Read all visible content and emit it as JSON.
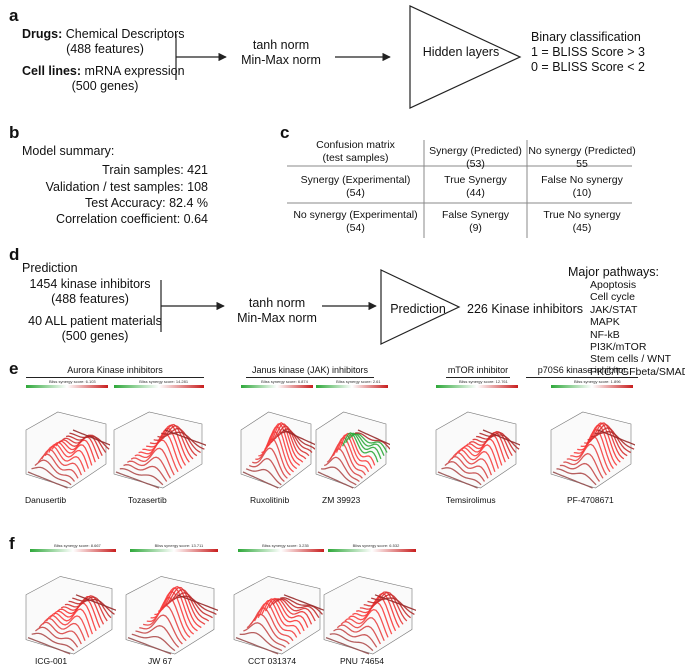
{
  "panel_a": {
    "letter": "a",
    "drugs_bold": "Drugs:",
    "drugs_text": "Chemical Descriptors",
    "drugs_sub": "(488 features)",
    "cells_bold": "Cell lines:",
    "cells_text": "mRNA expression",
    "cells_sub": "(500 genes)",
    "norm_line1": "tanh norm",
    "norm_line2": "Min-Max norm",
    "hidden": "Hidden layers",
    "class_line1": "Binary classification",
    "class_line2": "1 = BLISS Score > 3",
    "class_line3": "0 = BLISS Score < 2"
  },
  "panel_b": {
    "letter": "b",
    "title": "Model summary:",
    "train": "Train samples: 421",
    "val": "Validation / test samples: 108",
    "acc": "Test Accuracy: 82.4 %",
    "corr": "Correlation coefficient: 0.64"
  },
  "panel_c": {
    "letter": "c",
    "h0_l1": "Confusion matrix",
    "h0_l2": "(test samples)",
    "h1_l1": "Synergy (Predicted)",
    "h1_l2": "(53)",
    "h2_l1": "No synergy (Predicted)",
    "h2_l2": "55",
    "r1_l1": "Synergy (Experimental)",
    "r1_l2": "(54)",
    "r1c1_l1": "True Synergy",
    "r1c1_l2": "(44)",
    "r1c2_l1": "False No synergy",
    "r1c2_l2": "(10)",
    "r2_l1": "No synergy (Experimental)",
    "r2_l2": "(54)",
    "r2c1_l1": "False Synergy",
    "r2c1_l2": "(9)",
    "r2c2_l1": "True No synergy",
    "r2c2_l2": "(45)"
  },
  "panel_d": {
    "letter": "d",
    "title": "Prediction",
    "kin_l1": "1454 kinase inhibitors",
    "kin_l2": "(488 features)",
    "pat_l1": "40 ALL patient materials",
    "pat_l2": "(500 genes)",
    "norm_line1": "tanh norm",
    "norm_line2": "Min-Max norm",
    "prediction": "Prediction",
    "result": "226 Kinase inhibitors",
    "pathways_title": "Major pathways:",
    "pathways": [
      "Apoptosis",
      "Cell cycle",
      "JAK/STAT",
      "MAPK",
      "NF-kB",
      "PI3K/mTOR",
      "Stem cells / WNT",
      "PKC/TGFbeta/SMAD"
    ]
  },
  "panel_e": {
    "letter": "e",
    "groups": [
      "Aurora Kinase inhibitors",
      "Janus kinase (JAK) inhibitors",
      "mTOR inhibitor",
      "p70S6 kinase inhibitor"
    ],
    "drugs": [
      "Danusertib",
      "Tozasertib",
      "Ruxolitinib",
      "ZM 39923",
      "Temsirolimus",
      "PF-4708671"
    ],
    "scores": [
      "Bliss synergy score: 6.103",
      "Bliss synergy score: 14.281",
      "Bliss synergy score: 6.874",
      "Bliss synergy score: 2.61",
      "Bliss synergy score: 12.761",
      "Bliss synergy score: 1.896"
    ]
  },
  "panel_f": {
    "letter": "f",
    "drugs": [
      "ICG-001",
      "JW 67",
      "CCT 031374",
      "PNU 74654"
    ],
    "scores": [
      "Bliss synergy score: 8.667",
      "Bliss synergy score: 13.711",
      "Bliss synergy score: 3.235",
      "Bliss synergy score: 6.532"
    ]
  },
  "colors": {
    "synergy_red": "#c81e1e",
    "antagonism_green": "#2ea83a",
    "line": "#222222"
  }
}
